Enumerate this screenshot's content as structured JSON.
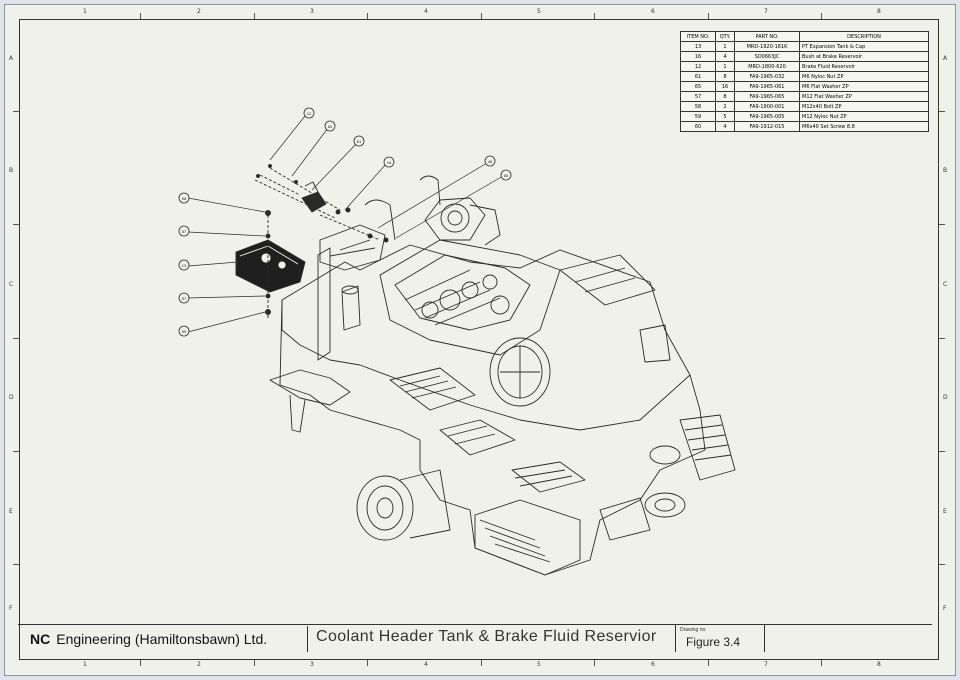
{
  "drawing": {
    "zones_top": [
      "1",
      "2",
      "3",
      "4",
      "5",
      "6",
      "7",
      "8"
    ],
    "zones_side": [
      "A",
      "B",
      "C",
      "D",
      "E",
      "F"
    ],
    "balloons": [
      "12",
      "60",
      "61",
      "16",
      "46",
      "65",
      "58",
      "57",
      "13",
      "57",
      "59"
    ]
  },
  "bom": {
    "headers": [
      "ITEM NO.",
      "QTY.",
      "PART NO.",
      "DESCRIPTION"
    ],
    "rows": [
      [
        "13",
        "1",
        "MRD-1920-161K",
        "PT Expansion Tank & Cap"
      ],
      [
        "16",
        "4",
        "SD0663JC",
        "Bush at Brake Reservoir"
      ],
      [
        "12",
        "1",
        "MRD-1800-620",
        "Brake Fluid Reservoir"
      ],
      [
        "61",
        "8",
        "FA9-1965-032",
        "M6 Nyloc Nut ZP"
      ],
      [
        "65",
        "16",
        "FA9-1965-061",
        "M6 Flat Washer ZP"
      ],
      [
        "57",
        "8",
        "FA9-1965-065",
        "M12 Flat Washer ZP"
      ],
      [
        "58",
        "2",
        "FA9-1900-001",
        "M12x40 Bolt ZP"
      ],
      [
        "59",
        "5",
        "FA9-1965-005",
        "M12 Nyloc Nut ZP"
      ],
      [
        "60",
        "4",
        "FA9-1912-015",
        "M6x40 Set Screw 8.8"
      ]
    ]
  },
  "title_block": {
    "company_bold": "NC",
    "company_rest": "Engineering (Hamiltonsbawn) Ltd.",
    "title": "Coolant Header Tank & Brake Fluid Reservior",
    "drawing_no_label": "Drawing no.",
    "drawing_no": "Figure 3.4"
  }
}
